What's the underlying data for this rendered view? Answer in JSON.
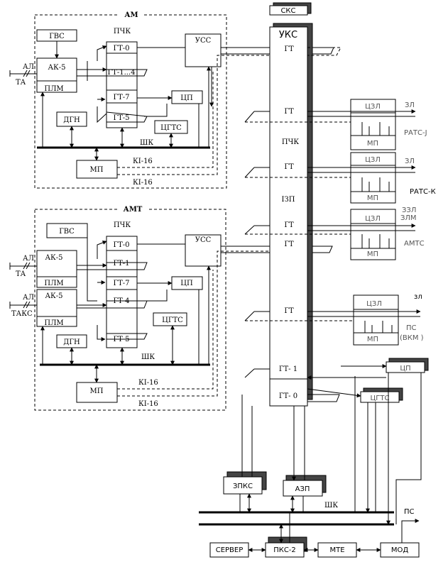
{
  "am": {
    "title": "АМ",
    "pchk": "ПЧК",
    "gvs": "ГВС",
    "ak5": "АК-5",
    "plm": "ПЛМ",
    "al": "АЛ",
    "ta": "ТА",
    "gt0": "ГТ-0",
    "gt14": "ГТ-1...4",
    "gt7": "ГТ-7",
    "gt5": "ГТ-5",
    "uss": "УСС",
    "cp": "ЦП",
    "dgn": "ДГН",
    "cgts": "ЦГТС",
    "shk": "ШК",
    "mp": "МП",
    "ki1": "КІ-16",
    "ki2": "КІ-16"
  },
  "amt": {
    "title": "АМТ",
    "pchk": "ПЧК",
    "gvs": "ГВС",
    "ak5a": "АК-5",
    "plm1": "ПЛМ",
    "al1": "АЛ",
    "ta": "ТА",
    "ak5b": "АК-5",
    "plm2": "ПЛМ",
    "al2": "АЛ",
    "taks": "ТАКС",
    "gt0": "ГТ-0",
    "gt1": "ГТ-1",
    "gt7": "ГТ-7",
    "gt4": "ГТ-4",
    "gt5": "ГТ-5",
    "uss": "УСС",
    "cp": "ЦП",
    "dgn": "ДГН",
    "cgts": "ЦГТС",
    "shk": "ШК",
    "mp": "МП",
    "ki1": "КІ-16",
    "ki2": "КІ-16"
  },
  "center": {
    "sks": "СКС",
    "uks": "УКС",
    "gt_a": "ГТ",
    "gt_b": "ГТ",
    "pchk": "ПЧК",
    "gt_c": "ГТ",
    "izp": "ІЗП",
    "gt_d": "ГТ",
    "gt_e": "ГТ",
    "gt_f": "ГТ",
    "gt1": "ГТ- 1",
    "gt0": "ГТ- 0"
  },
  "right": {
    "r1": {
      "czl": "ЦЗЛ",
      "mp": "МП",
      "line": "ЗЛ",
      "name": "РАТС-J"
    },
    "r2": {
      "czl": "ЦЗЛ",
      "mp": "МП",
      "line": "ЗЛ",
      "name": "РАТС-К"
    },
    "r3": {
      "czl": "ЦЗЛ",
      "mp": "МП",
      "line1": "ЗЗЛ",
      "line2": "ЗЛМ",
      "name": "АМТС"
    },
    "r4": {
      "czl": "ЦЗЛ",
      "mp": "МП",
      "line": "зл",
      "name1": "ПС",
      "name2": "(ВКМ )"
    },
    "cp": "ЦП",
    "cgts": "ЦГТС"
  },
  "bottom": {
    "zpks": "ЗПКС",
    "azp": "АЗП",
    "shk": "ШК",
    "ps": "ПС",
    "server": "СЕРВЕР",
    "pks2": "ПКС-2",
    "mte": "МТЕ",
    "mod": "МОД"
  }
}
